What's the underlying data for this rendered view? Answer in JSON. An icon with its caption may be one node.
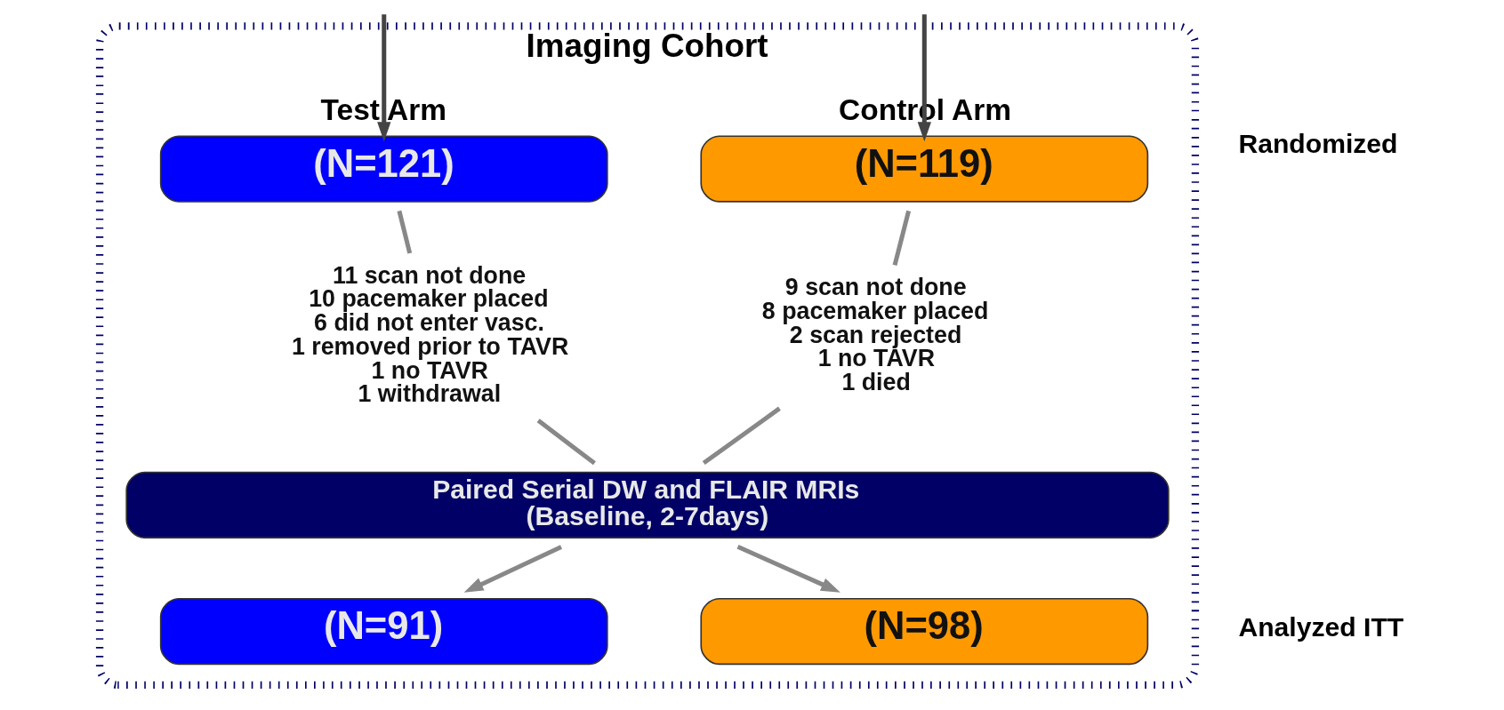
{
  "diagram": {
    "nodes": [
      {
        "text": [
          "Imaging Cohort"
        ]
      },
      {
        "text": [
          "(N=121)"
        ],
        "beside": [
          "Test Arm"
        ],
        "in": 0
      },
      {
        "text": [
          "(N=119)"
        ],
        "beside": [
          "Control Arm"
        ],
        "in": 0
      },
      {
        "text": [
          "11 scan not done",
          "10 pacemaker placed",
          "6 did not enter vasc.",
          "1 removed prior to TAVR",
          "1 no TAVR",
          "1 withdrawal"
        ],
        "in": 0
      },
      {
        "text": [
          "9 scan not done",
          "8 pacemaker placed",
          "2 scan rejected",
          "1 no TAVR",
          "1 died"
        ],
        "in": 0
      },
      {
        "text": [
          "Paired Serial DW and FLAIR MRIs",
          "(Baseline, 2-7days)"
        ],
        "in": 0
      },
      {
        "text": [
          "(N=91)"
        ],
        "in": 0
      },
      {
        "text": [
          "(N=98)"
        ],
        "in": 0
      }
    ],
    "edges": [
      {
        "from": null,
        "to": 1,
        "arrow": "to",
        "color": "#444444"
      },
      {
        "from": null,
        "to": 2,
        "arrow": "to",
        "color": "#444444"
      },
      {
        "from": 1,
        "to": 3,
        "arrow": "none"
      },
      {
        "from": 3,
        "to": 5,
        "arrow": "none"
      },
      {
        "from": 2,
        "to": 4,
        "arrow": "none"
      },
      {
        "from": 4,
        "to": 5,
        "arrow": "none"
      },
      {
        "from": 5,
        "to": 6,
        "arrow": "to"
      },
      {
        "from": 5,
        "to": 7,
        "arrow": "to"
      }
    ],
    "labels": [
      "Randomized",
      "Analyzed ITT"
    ]
  }
}
